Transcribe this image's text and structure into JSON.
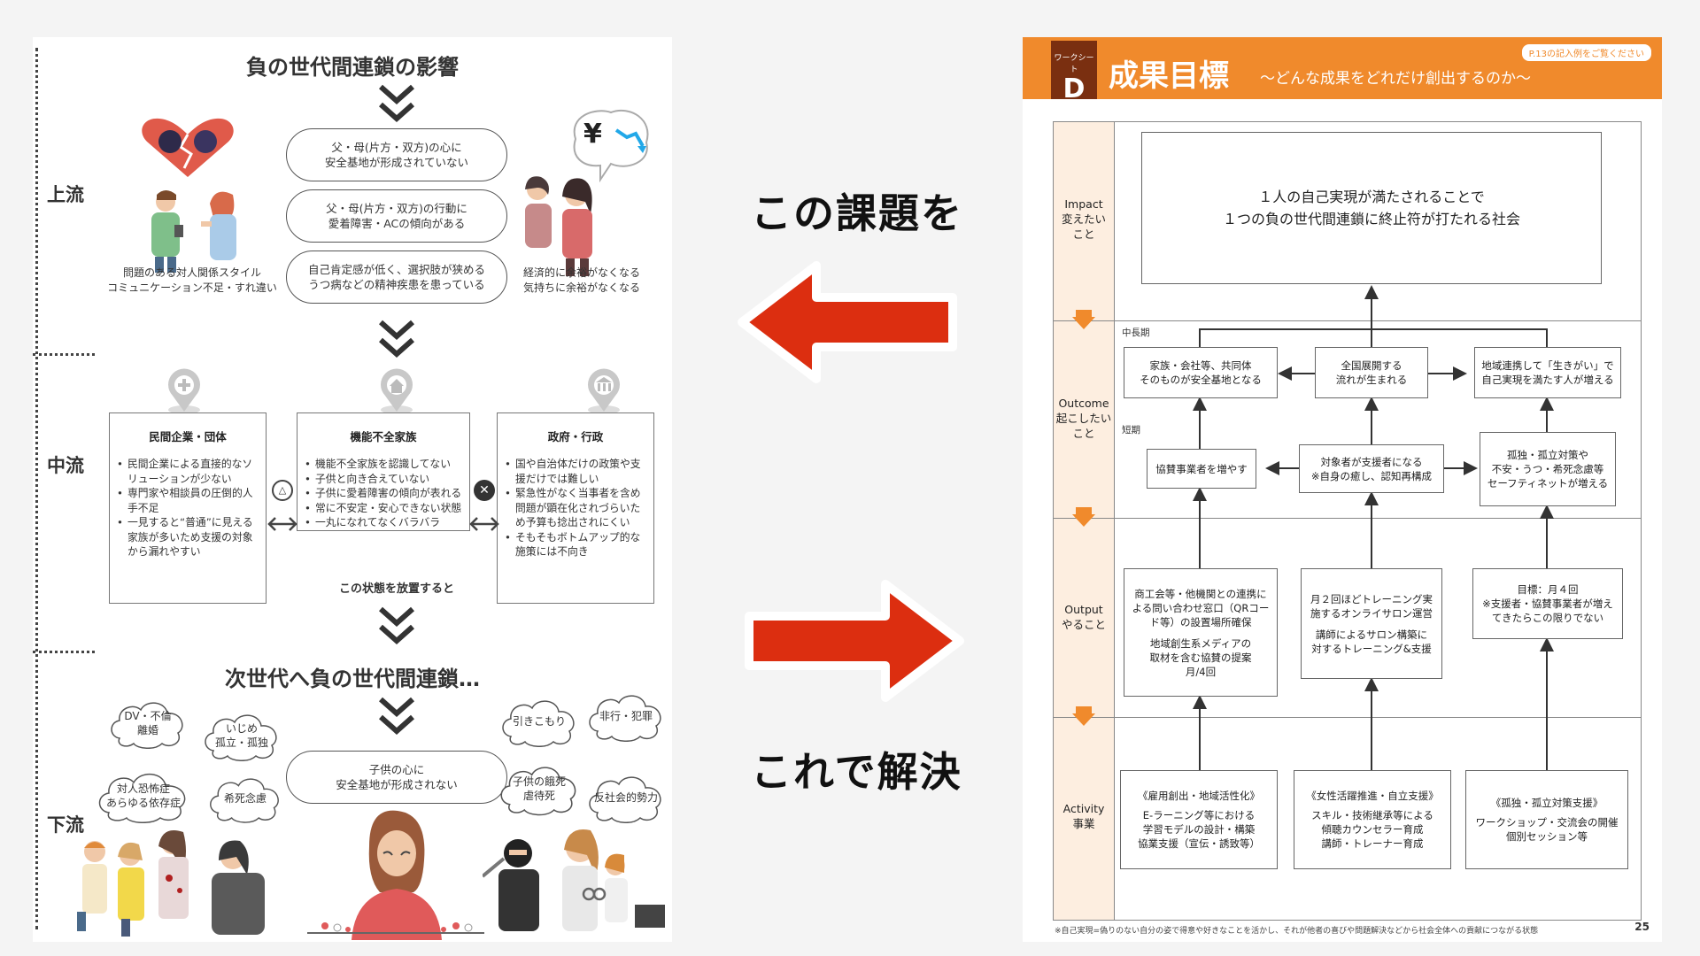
{
  "left": {
    "title": "負の世代間連鎖の影響",
    "stages": {
      "upstream": "上流",
      "midstream": "中流",
      "downstream": "下流"
    },
    "up_pills": [
      [
        "父・母(片方・双方)の心に",
        "安全基地が形成されていない"
      ],
      [
        "父・母(片方・双方)の行動に",
        "愛着障害・ACの傾向がある"
      ],
      [
        "自己肯定感が低く、選択肢が狭める",
        "うつ病などの精神疾患を患っている"
      ]
    ],
    "currency_glyph": "¥",
    "up_left_caption": [
      "問題のある対人関係スタイル",
      "コミュニケーション不足・すれ違い"
    ],
    "up_right_caption": [
      "経済的に余裕がなくなる",
      "気持ちに余裕がなくなる"
    ],
    "mid_boxes": [
      {
        "title": "民間企業・団体",
        "items": [
          "民間企業による直接的なソリューションが少ない",
          "専門家や相談員の圧倒的人手不足",
          "一見すると“普通”に見える家族が多いため支援の対象から漏れやすい"
        ]
      },
      {
        "title": "機能不全家族",
        "items": [
          "機能不全家族を認識してない",
          "子供と向き合えていない",
          "子供に愛着障害の傾向が表れる",
          "常に不安定・安心できない状態",
          "一丸になれてなくバラバラ"
        ]
      },
      {
        "title": "政府・行政",
        "items": [
          "国や自治体だけの政策や支援だけでは難しい",
          "緊急性がなく当事者を含め問題が顕在化されづらいため予算も捻出されにくい",
          "そもそもボトムアップ的な施策には不向き"
        ]
      }
    ],
    "triangle_glyph": "△",
    "cross_glyph": "✕",
    "state_caption": "この状態を放置すると",
    "next_title": "次世代へ負の世代間連鎖…",
    "down_pill": [
      "子供の心に",
      "安全基地が形成されない"
    ],
    "clouds": [
      [
        "DV・不倫",
        "離婚"
      ],
      [
        "いじめ",
        "孤立・孤独"
      ],
      [
        "対人恐怖症",
        "あらゆる依存症"
      ],
      [
        "希死念慮"
      ],
      [
        "引きこもり"
      ],
      [
        "非行・犯罪"
      ],
      [
        "子供の餓死",
        "虐待死"
      ],
      [
        "反社会的勢力"
      ]
    ]
  },
  "middle": {
    "top_text": "この課題を",
    "bottom_text": "これで解決",
    "arrow_color": "#dc2e10"
  },
  "right": {
    "worksheet_label": "ワークシート",
    "letter": "D",
    "title": "成果目標",
    "subtitle": "〜どんな成果をどれだけ創出するのか〜",
    "note": "P.13の記入例をご覧ください",
    "header_color": "#f08a2c",
    "rows": {
      "impact": [
        "Impact",
        "変えたい",
        "こと"
      ],
      "outcome": [
        "Outcome",
        "起こしたい",
        "こと"
      ],
      "output": [
        "Output",
        "やること"
      ],
      "activity": [
        "Activity",
        "事業"
      ]
    },
    "impact_text": [
      "１人の自己実現が満たされることで",
      "１つの負の世代間連鎖に終止符が打たれる社会"
    ],
    "long_term_label": "中長期",
    "short_term_label": "短期",
    "long_term": [
      [
        "家族・会社等、共同体",
        "そのものが安全基地となる"
      ],
      [
        "全国展開する",
        "流れが生まれる"
      ],
      [
        "地域連携して「生きがい」で",
        "自己実現を満たす人が増える"
      ]
    ],
    "short_term": [
      [
        "協賛事業者を増やす"
      ],
      [
        "対象者が支援者になる",
        "※自身の癒し、認知再構成"
      ],
      [
        "孤独・孤立対策や",
        "不安・うつ・希死念慮等",
        "セーフティネットが増える"
      ]
    ],
    "outputs": [
      [
        "商工会等・他機関との連携に",
        "よる問い合わせ窓口（QRコー",
        "ド等）の設置場所確保",
        "",
        "地域創生系メディアの",
        "取材を含む協賛の提案",
        "月/4回"
      ],
      [
        "月２回ほどトレーニング実",
        "施するオンライサロン運営",
        "",
        "講師によるサロン構築に",
        "対するトレーニング&支援"
      ],
      [
        "目標：月４回",
        "※支援者・協賛事業者が増え",
        "てきたらこの限りでない"
      ]
    ],
    "activities": [
      [
        "《雇用創出・地域活性化》",
        "",
        "E-ラーニング等における",
        "学習モデルの設計・構築",
        "協業支援（宣伝・誘致等）"
      ],
      [
        "《女性活躍推進・自立支援》",
        "",
        "スキル・技術継承等による",
        "傾聴カウンセラー育成",
        "講師・トレーナー育成"
      ],
      [
        "《孤独・孤立対策支援》",
        "",
        "ワークショップ・交流会の開催",
        "個別セッション等"
      ]
    ],
    "footnote": "※自己実現=偽りのない自分の姿で得意や好きなことを活かし、それが他者の喜びや問題解決などから社会全体への貢献につながる状態",
    "page_number": "25"
  }
}
